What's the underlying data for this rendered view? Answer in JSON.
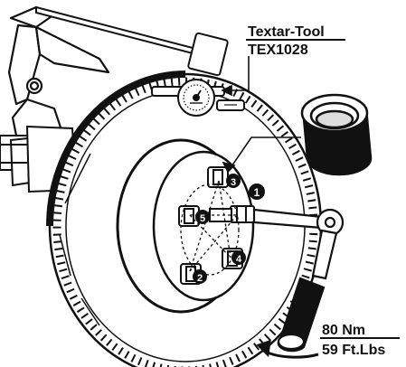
{
  "tool_label": {
    "line1": "Textar-Tool",
    "line2": "TEX1028"
  },
  "torque_label": {
    "line1": "80 Nm",
    "line2": "59 Ft.Lbs"
  },
  "tightening_sequence": [
    "1",
    "2",
    "3",
    "4",
    "5"
  ],
  "colors": {
    "ink": "#111111",
    "paper": "#ffffff",
    "marker": "#111111"
  }
}
